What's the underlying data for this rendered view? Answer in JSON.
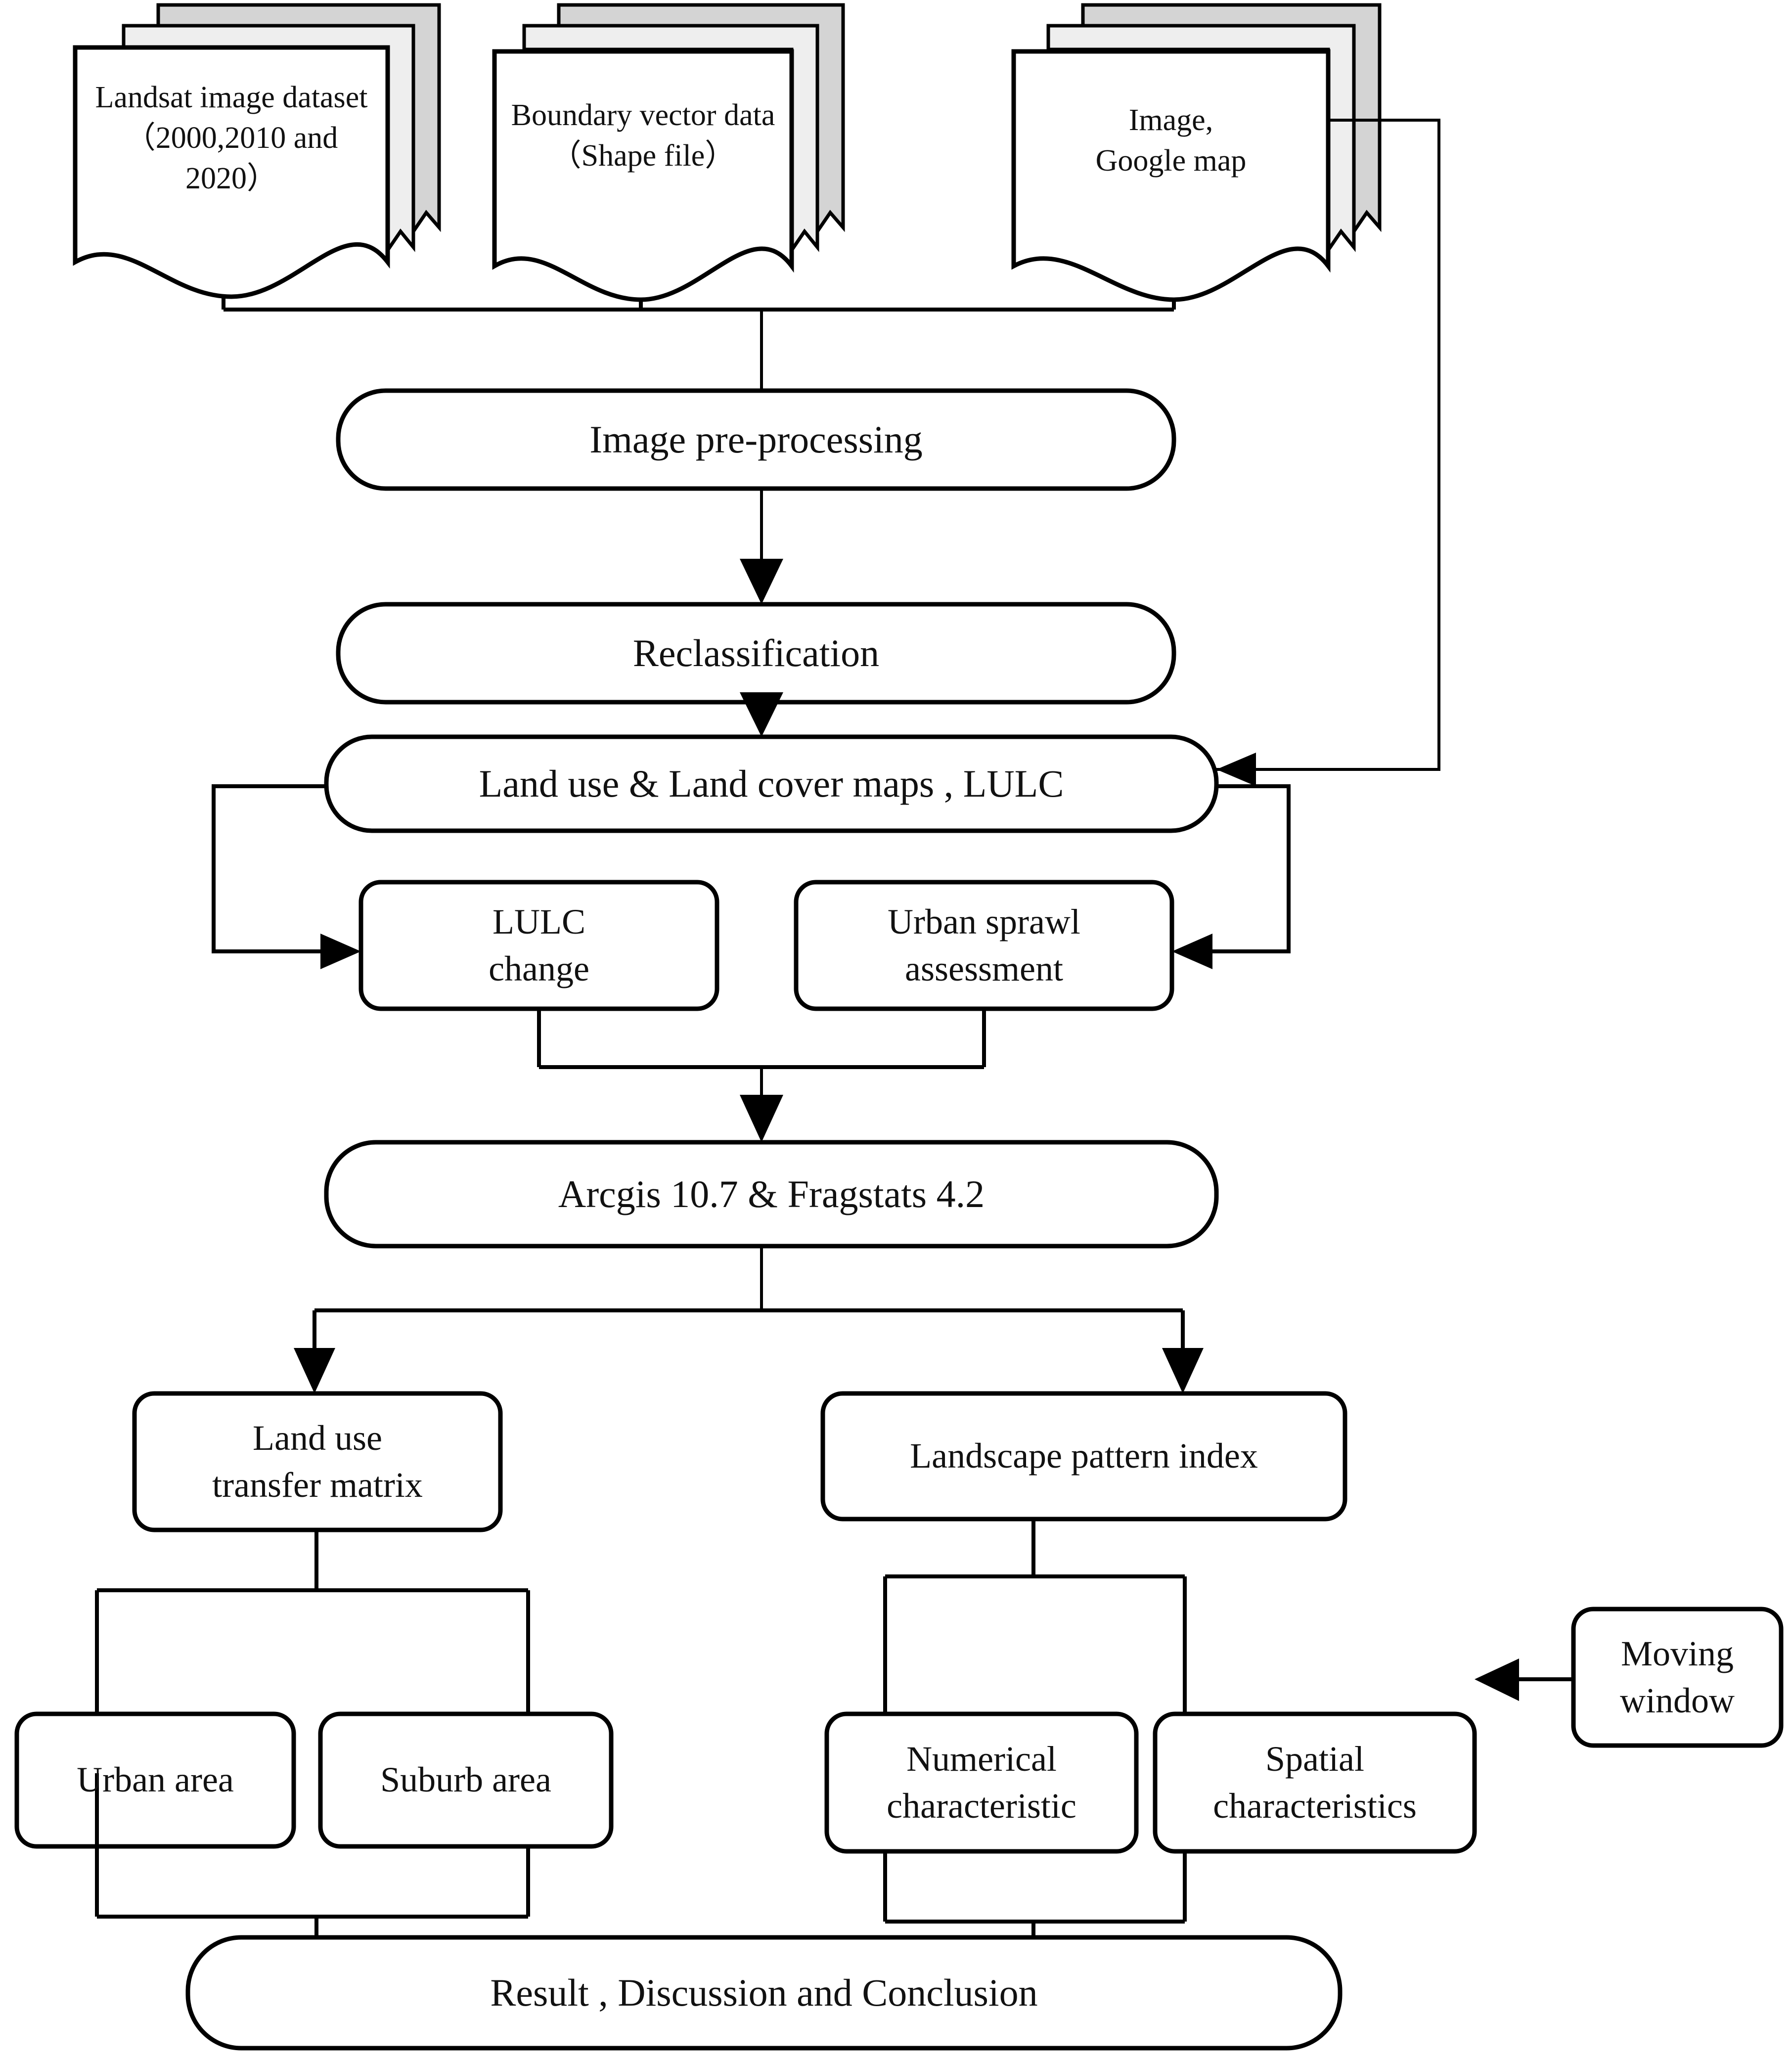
{
  "diagram": {
    "title": "LULC and urban sprawl research methodology flowchart",
    "background_color": "#ffffff",
    "line_color": "#000000",
    "text_color": "#111111"
  },
  "nodes": {
    "data_sources": [
      {
        "id": "landsat",
        "label": "Landsat image dataset\n（2000,2010 and\n2020）",
        "shape": "multi-document"
      },
      {
        "id": "boundary",
        "label": "Boundary vector data\n（Shape file）",
        "shape": "multi-document"
      },
      {
        "id": "imagery",
        "label": "Image,\nGoogle map",
        "shape": "multi-document"
      }
    ],
    "process": [
      {
        "id": "preprocessing",
        "label": "Image pre-processing",
        "shape": "rounded-stadium"
      },
      {
        "id": "reclassification",
        "label": "Reclassification",
        "shape": "rounded-stadium"
      },
      {
        "id": "lulc_maps",
        "label": "Land use & Land cover maps , LULC",
        "shape": "rounded-stadium"
      },
      {
        "id": "lulc_change",
        "label": "LULC\nchange",
        "shape": "rounded-rect"
      },
      {
        "id": "urban_sprawl",
        "label": "Urban sprawl\nassessment",
        "shape": "rounded-rect"
      },
      {
        "id": "software",
        "label": "Arcgis 10.7  & Fragstats 4.2",
        "shape": "rounded-stadium"
      },
      {
        "id": "transfer_matrix",
        "label": "Land use\ntransfer matrix",
        "shape": "rounded-rect"
      },
      {
        "id": "landscape_index",
        "label": "Landscape pattern index",
        "shape": "rounded-rect"
      },
      {
        "id": "urban_area",
        "label": "Urban area",
        "shape": "rounded-rect"
      },
      {
        "id": "suburb_area",
        "label": "Suburb area",
        "shape": "rounded-rect"
      },
      {
        "id": "numerical",
        "label": "Numerical\ncharacteristic",
        "shape": "rounded-rect"
      },
      {
        "id": "spatial",
        "label": "Spatial\ncharacteristics",
        "shape": "rounded-rect"
      },
      {
        "id": "moving_window",
        "label": "Moving\nwindow",
        "shape": "rounded-rect"
      },
      {
        "id": "result",
        "label": "Result , Discussion  and Conclusion",
        "shape": "rounded-stadium"
      }
    ]
  },
  "edges": [
    {
      "from": "landsat",
      "to": "preprocessing",
      "arrow": "down"
    },
    {
      "from": "boundary",
      "to": "preprocessing",
      "arrow": "down"
    },
    {
      "from": "imagery",
      "to": "preprocessing",
      "arrow": "down"
    },
    {
      "from": "imagery",
      "to": "lulc_maps",
      "arrow": "left"
    },
    {
      "from": "preprocessing",
      "to": "reclassification",
      "arrow": "down"
    },
    {
      "from": "reclassification",
      "to": "lulc_maps",
      "arrow": "down"
    },
    {
      "from": "lulc_maps",
      "to": "lulc_change",
      "arrow": "right"
    },
    {
      "from": "lulc_maps",
      "to": "urban_sprawl",
      "arrow": "left"
    },
    {
      "from": "lulc_change",
      "to": "software",
      "arrow": "down"
    },
    {
      "from": "urban_sprawl",
      "to": "software",
      "arrow": "down"
    },
    {
      "from": "software",
      "to": "transfer_matrix",
      "arrow": "down"
    },
    {
      "from": "software",
      "to": "landscape_index",
      "arrow": "down"
    },
    {
      "from": "transfer_matrix",
      "to": "urban_area",
      "arrow": "none"
    },
    {
      "from": "transfer_matrix",
      "to": "suburb_area",
      "arrow": "none"
    },
    {
      "from": "landscape_index",
      "to": "numerical",
      "arrow": "none"
    },
    {
      "from": "landscape_index",
      "to": "spatial",
      "arrow": "none"
    },
    {
      "from": "moving_window",
      "to": "spatial",
      "arrow": "left"
    },
    {
      "from": "urban_area",
      "to": "result",
      "arrow": "down"
    },
    {
      "from": "suburb_area",
      "to": "result",
      "arrow": "down"
    },
    {
      "from": "numerical",
      "to": "result",
      "arrow": "down"
    },
    {
      "from": "spatial",
      "to": "result",
      "arrow": "down"
    }
  ]
}
